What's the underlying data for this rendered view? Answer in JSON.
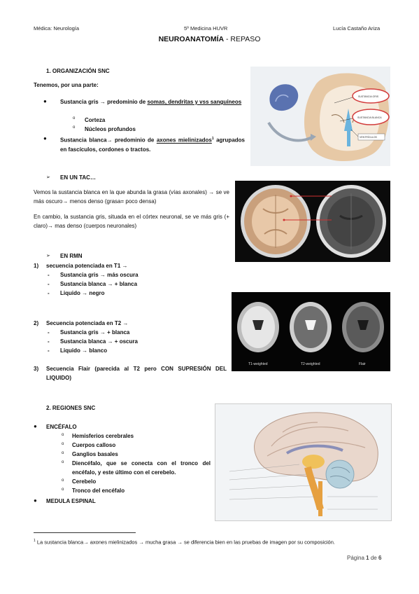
{
  "header": {
    "left": "Médica: Neurología",
    "center": "5º Medicina HUVR",
    "right": "Lucía Castaño Ariza"
  },
  "title": {
    "main": "NEUROANATOMÍA",
    "suffix": " - REPASO"
  },
  "section1": {
    "heading": "1.    ORGANIZACIÓN SNC",
    "intro": "Tenemos, por una parte:",
    "gris_a": "Sustancia gris  → predominio de ",
    "gris_u": "somas, dendritas y vss sanguíneos",
    "gris_subs": [
      "Corteza",
      "Núcleos profundos"
    ],
    "blanca_a": "Sustancia blanca→ predominio de ",
    "blanca_u": "axones mielinizados",
    "blanca_sup": "1",
    "blanca_b": " agrupados en fascículos, cordones o tractos.",
    "image_labels": [
      "SUSTANCIA GRIS",
      "SUSTANCIA BLANCA",
      "VENTRÍCULOS"
    ]
  },
  "section_tac": {
    "heading": "EN UN TAC…",
    "p1": "Vemos la sustancia blanca en la que abunda la grasa (vías axonales) → se ve más oscuro→ menos denso (grasa= poco densa)",
    "p2": "En cambio, la sustancia gris, situada en el córtex neuronal, se ve más gris (+ claro)→ mas denso (cuerpos neuronales)"
  },
  "section_rmn": {
    "heading": "EN RMN",
    "t1_num": "1)",
    "t1": "secuencia potenciada en T1 →",
    "t1_items": [
      "Sustancia gris → más oscura",
      "Sustancia blanca → + blanca",
      "Liquido → negro"
    ],
    "t2_num": "2)",
    "t2": "Secuencia potenciada en T2 →",
    "t2_items": [
      "Sustancia gris → + blanca",
      "Sustancia blanca → + oscura",
      "Liquido → blanco"
    ],
    "flair_num": "3)",
    "flair": "Secuencia Flair (parecida al T2 pero CON SUPRESIÓN DEL LIQUIDO)",
    "image_captions": [
      "T1-weighted",
      "T2-weighted",
      "Flair"
    ]
  },
  "section2": {
    "heading": "2.    REGIONES SNC",
    "encefalo": "ENCÉFALO",
    "items": [
      "Hemisferios cerebrales",
      "Cuerpos calloso",
      "Ganglios basales",
      "Diencéfalo, que se conecta con el tronco del encéfalo, y este último con el cerebelo.",
      "Cerebelo",
      "Tronco del encéfalo"
    ],
    "medula": "MEDULA ESPINAL"
  },
  "footnote": {
    "mark": "1",
    "text": "La sustancia blanca→ axones mielinizados → mucha grasa → se diferencia bien en las pruebas de imagen por su composición."
  },
  "page": {
    "prefix": "Página ",
    "num": "1",
    "mid": " de ",
    "total": "6"
  }
}
